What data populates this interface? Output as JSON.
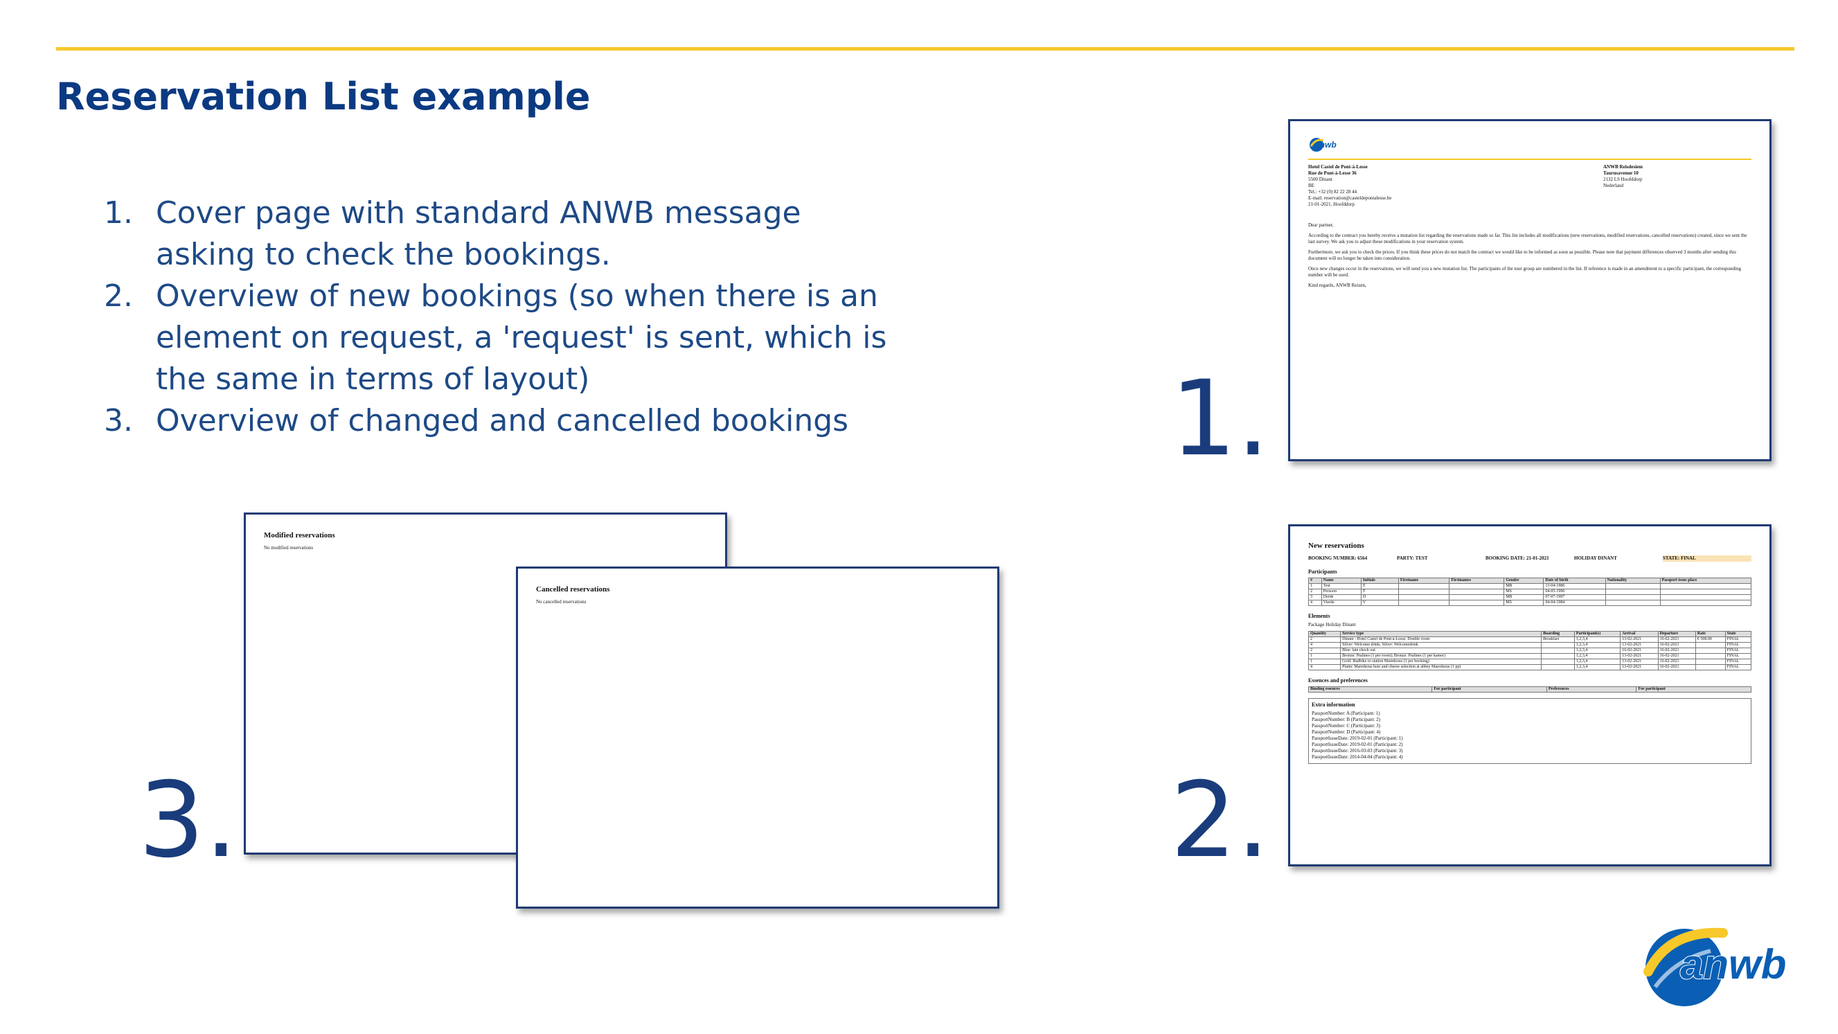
{
  "header": {
    "title": "Reservation List example"
  },
  "steps": [
    {
      "num": "1.",
      "text": "Cover page with standard ANWB message asking to check the bookings."
    },
    {
      "num": "2.",
      "text": "Overview of new bookings (so when there is an element on request, a 'request' is sent, which is the same in terms of layout)"
    },
    {
      "num": "3.",
      "text": "Overview of changed and cancelled bookings"
    }
  ],
  "labels": {
    "one": "1.",
    "two": "2.",
    "three": "3."
  },
  "cover": {
    "logo_text": "anwb",
    "left_address": [
      "Hotel Castel de Pont-à-Lesse",
      "Rue de Pont-à-Lesse 36",
      "5500 Dinant",
      "BE",
      "Tel.: +32 (0) 82 22 28 44",
      "E-mail: reservation@casteldepontalesse.be",
      "21-01-2021, Hoofddorp"
    ],
    "right_address": [
      "ANWB Reisdesiem",
      "Taurusavenue 10",
      "2132 LS Hoofddorp",
      "Nederland"
    ],
    "greeting": "Dear partner,",
    "paragraphs": [
      "According to the contract you hereby receive a mutation list regarding the reservations made so far. This list includes all modifications (new reservations, modified reservations, cancelled reservations) created, since we sent the last survey. We ask you to adjust these modifications in your reservation system.",
      "Furthermore, we ask you to check the prices. If you think these prices do not match the contract we would like to be informed as soon as possible. Please note that payment differences observed 3 months after sending this document will no longer be taken into consideration.",
      "Once new changes occur in the reservations, we will send you a new mutation list. The participants of the tour group are numbered in the list. If reference is made in an amendment to a specific participant, the corresponding number will be used.",
      "Kind regards, ANWB Reizen,"
    ]
  },
  "new_res": {
    "title": "New reservations",
    "header": [
      "BOOKING NUMBER: 6564",
      "PARTY: TEST",
      "BOOKING DATE: 21-01-2021",
      "HOLIDAY DINANT",
      "STATE: FINAL"
    ],
    "participants_title": "Participants",
    "participant_cols": [
      "#",
      "Name",
      "Initials",
      "Firstname",
      "Firstnames",
      "Gender",
      "Date of birth",
      "Nationality",
      "Passport issue place"
    ],
    "participants": [
      [
        "1",
        "Test",
        "T",
        "",
        "",
        "MR",
        "13-04-1986",
        "",
        ""
      ],
      [
        "2",
        "Persoon",
        "T",
        "",
        "",
        "MS",
        "04-05-1996",
        "",
        ""
      ],
      [
        "3",
        "Derde",
        "D",
        "",
        "",
        "MR",
        "07-07-1997",
        "",
        ""
      ],
      [
        "4",
        "Vierde",
        "V",
        "",
        "",
        "MS",
        "04-04-1984",
        "",
        ""
      ]
    ],
    "elements_title": "Elements",
    "package": "Package Holiday Dinant",
    "element_cols": [
      "Quantity",
      "Service type",
      "Boarding",
      "Participant(s)",
      "Arrival",
      "Departure",
      "Rate",
      "State"
    ],
    "elements": [
      [
        "2",
        "Dinant - Hotel Castel de Pont-à-Lesse: Double room",
        "Breakfast",
        "1,2,3,4",
        "13-02-2021",
        "16-02-2021",
        "€ 508.00",
        "FINAL"
      ],
      [
        "4",
        "Silver: Welcome drink; Silver: Welcomedrink",
        "",
        "1,2,3,4",
        "13-02-2021",
        "16-02-2021",
        "",
        "FINAL"
      ],
      [
        "2",
        "Blue: late check out",
        "",
        "1,2,3,4",
        "16-02-2021",
        "16-02-2021",
        "",
        "FINAL"
      ],
      [
        "1",
        "Bronze: Pralines (1 per room); Bronze: Pralines (1 per kamer)",
        "",
        "1,2,3,4",
        "13-02-2021",
        "16-02-2021",
        "",
        "FINAL"
      ],
      [
        "1",
        "Gold: Rudbike to station Maredsous (1 per booking)",
        "",
        "1,2,3,4",
        "13-02-2021",
        "16-02-2021",
        "",
        "FINAL"
      ],
      [
        "4",
        "Platin: Maredsous beer and cheese selection at abbey Maredsous (1 pp)",
        "",
        "1,2,3,4",
        "13-02-2021",
        "16-02-2021",
        "",
        "FINAL"
      ]
    ],
    "essences_title": "Essences and preferences",
    "essence_cols": [
      "Binding essences",
      "For participant",
      "Preferences",
      "For participant"
    ],
    "extra_title": "Extra information",
    "extra_lines": [
      "PassportNumber: A (Participant: 1)",
      "PassportNumber: B (Participant: 2)",
      "PassportNumber: C (Participant: 3)",
      "PassportNumber: D (Participant: 4)",
      "PassportIssueDate: 2019-02-01 (Participant: 1)",
      "PassportIssueDate: 2019-02-01 (Participant: 2)",
      "PassportIssueDate: 2016-03-03 (Participant: 3)",
      "PassportIssueDate: 2014-04-04 (Participant: 4)"
    ]
  },
  "modified": {
    "title": "Modified reservations",
    "subtitle": "No modified reservations"
  },
  "cancelled": {
    "title": "Cancelled reservations",
    "subtitle": "No cancelled reservations"
  },
  "logo": {
    "text": "anwb",
    "color_blue": "#0a5fb4",
    "color_yellow": "#f7c82a"
  }
}
